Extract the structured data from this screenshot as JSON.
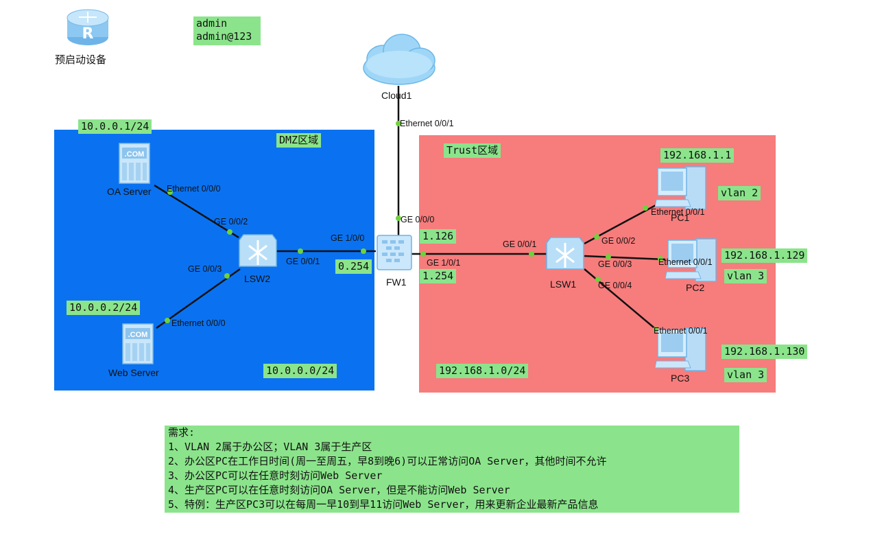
{
  "legend_device": {
    "label": "预启动设备"
  },
  "credentials": {
    "user": "admin",
    "password": "admin@123"
  },
  "zones": {
    "dmz": {
      "label": "DMZ区域",
      "subnet": "10.0.0.0/24",
      "color": "#0a72f0"
    },
    "trust": {
      "label": "Trust区域",
      "subnet": "192.168.1.0/24",
      "color": "#f77c7c"
    }
  },
  "devices": {
    "cloud": "Cloud1",
    "fw": "FW1",
    "lsw1": "LSW1",
    "lsw2": "LSW2",
    "oa_server": "OA Server",
    "web_server": "Web Server",
    "pc1": "PC1",
    "pc2": "PC2",
    "pc3": "PC3",
    "com_text": ".COM"
  },
  "ports": {
    "cloud_eth": "Ethernet 0/0/1",
    "fw_ge000": "GE 0/0/0",
    "fw_ge100": "GE 1/0/0",
    "fw_ge101": "GE 1/0/1",
    "lsw2_ge001": "GE 0/0/1",
    "lsw2_ge002": "GE 0/0/2",
    "lsw2_ge003": "GE 0/0/3",
    "oa_eth": "Ethernet 0/0/0",
    "web_eth": "Ethernet 0/0/0",
    "lsw1_ge001": "GE 0/0/1",
    "lsw1_ge002": "GE 0/0/2",
    "lsw1_ge003": "GE 0/0/3",
    "lsw1_ge004": "GE 0/0/4",
    "pc1_eth": "Ethernet 0/0/1",
    "pc2_eth": "Ethernet 0/0/1",
    "pc3_eth": "Ethernet 0/0/1"
  },
  "addresses": {
    "oa_ip": "10.0.0.1/24",
    "web_ip": "10.0.0.2/24",
    "fw_dmz_ip": "0.254",
    "fw_trust_ip": "1.254",
    "fw_ge000_ip": "1.126",
    "pc1_ip": "192.168.1.1",
    "pc2_ip": "192.168.1.129",
    "pc3_ip": "192.168.1.130",
    "pc1_vlan": "vlan 2",
    "pc2_vlan": "vlan 3",
    "pc3_vlan": "vlan 3"
  },
  "requirements": {
    "title": "需求:",
    "items": [
      "1、VLAN 2属于办公区；VLAN 3属于生产区",
      "2、办公区PC在工作日时间(周一至周五，早8到晚6)可以正常访问OA Server，其他时间不允许",
      "3、办公区PC可以在任意时刻访问Web Server",
      "4、生产区PC可以在任意时刻访问OA Server，但是不能访问Web Server",
      "5、特例：生产区PC3可以在每周一早10到早11访问Web Server，用来更新企业最新产品信息"
    ]
  }
}
